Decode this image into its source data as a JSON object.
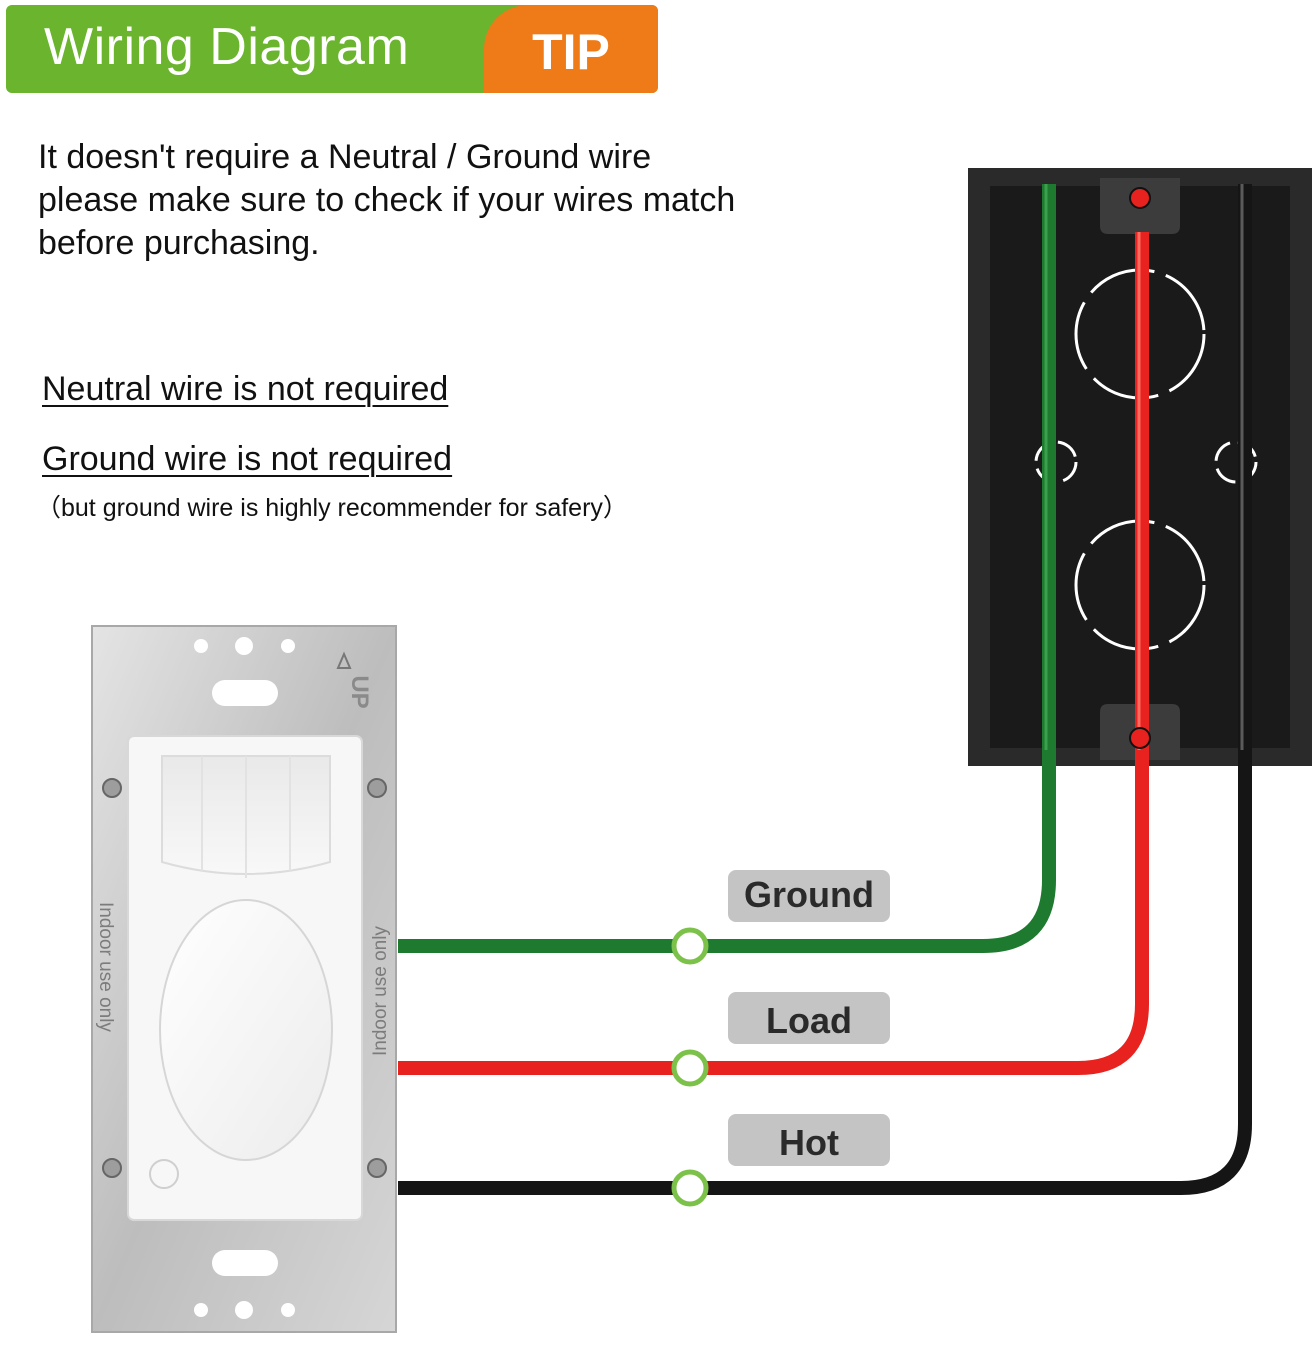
{
  "header": {
    "title": "Wiring Diagram",
    "badge": "TIP",
    "colors": {
      "title_bg": "#6bb42d",
      "badge_bg": "#ef7b18"
    }
  },
  "intro": {
    "lines": [
      "It doesn't require a Neutral / Ground wire",
      "please make sure to check if your wires match",
      "before purchasing."
    ]
  },
  "requirements": {
    "neutral": "Neutral wire is not required",
    "ground": "Ground wire is not required",
    "note": "（but ground wire is highly recommender for safery）"
  },
  "switch": {
    "up_label": "UP",
    "side_text": "Indoor use only"
  },
  "wires": [
    {
      "name": "Ground",
      "color": "#1e7a2e"
    },
    {
      "name": "Load",
      "color": "#e8221e"
    },
    {
      "name": "Hot",
      "color": "#151515"
    }
  ],
  "colors": {
    "connector_ring": "#7cc24a",
    "box": "#1f1f1f"
  }
}
